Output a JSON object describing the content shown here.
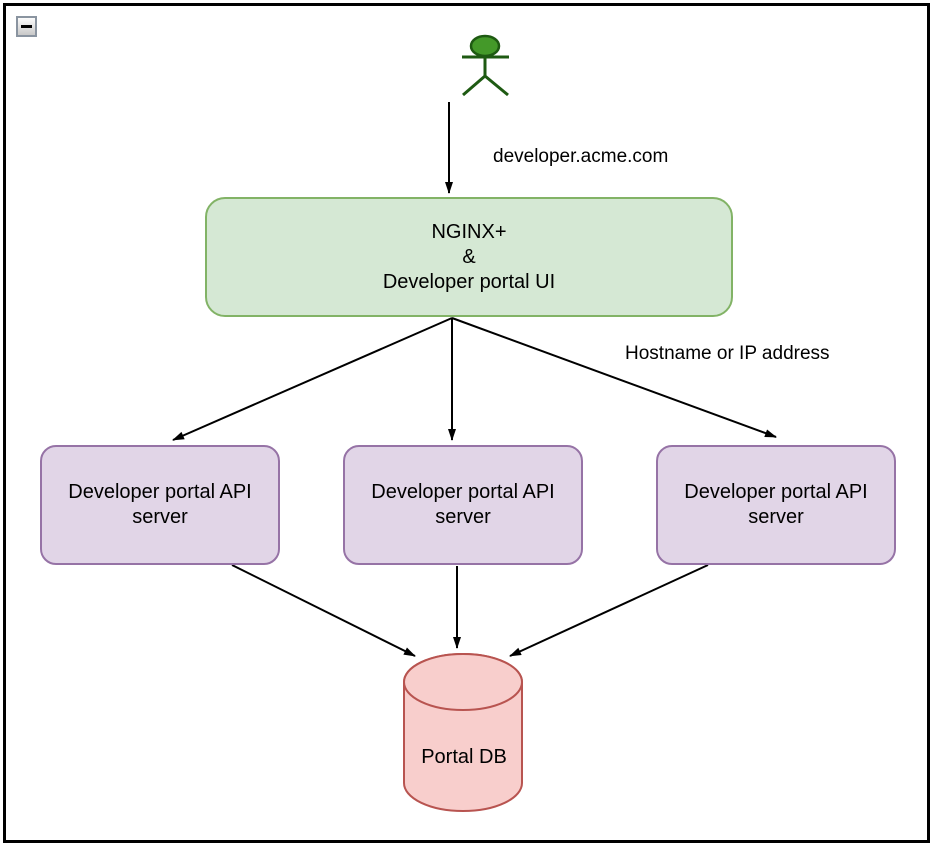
{
  "window": {
    "collapse_icon": "minus"
  },
  "palette": {
    "nginx_fill": "#d5e8d4",
    "nginx_stroke": "#82b366",
    "api_fill": "#e1d5e7",
    "api_stroke": "#9673a6",
    "db_fill": "#f8cecc",
    "db_stroke": "#b85450",
    "actor_fill": "#449929",
    "actor_stroke": "#1e5a12",
    "edge_color": "#000000",
    "frame_border": "#000000"
  },
  "diagram": {
    "edge_labels": {
      "user_to_nginx": "developer.acme.com",
      "nginx_to_servers": "Hostname or IP address"
    },
    "nodes": {
      "nginx": {
        "line1": "NGINX+",
        "line2": "&",
        "line3": "Developer portal UI"
      },
      "api_servers": [
        {
          "line1": "Developer portal API",
          "line2": "server"
        },
        {
          "line1": "Developer portal API",
          "line2": "server"
        },
        {
          "line1": "Developer portal API",
          "line2": "server"
        }
      ],
      "db": {
        "label": "Portal DB"
      }
    }
  }
}
